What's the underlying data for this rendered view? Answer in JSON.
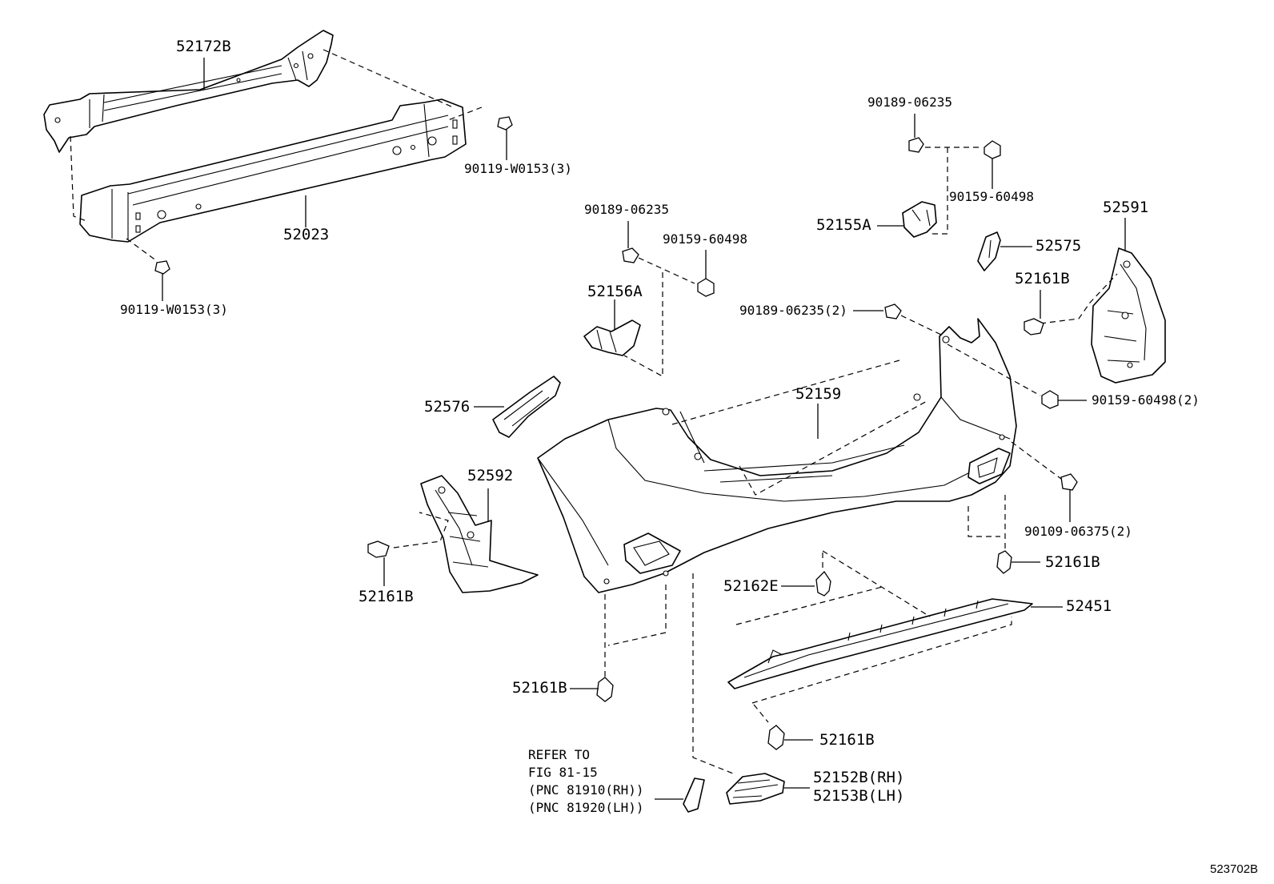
{
  "diagram": {
    "labels": {
      "reinforcement_upper": "52172B",
      "reinforcement_lower": "52023",
      "bolt_upper_right": "90119-W0153(3)",
      "bolt_lower_left": "90119-W0153(3)",
      "clip_top_right": "90189-06235",
      "screw_top_right": "90159-60498",
      "bracket_52155a": "52155A",
      "retainer_52575": "52575",
      "seal_52591": "52591",
      "clip_52161b_right_upper": "52161B",
      "clip_center_top": "90189-06235",
      "screw_center_top": "90159-60498",
      "bracket_52156a": "52156A",
      "clip_center_2": "90189-06235(2)",
      "bumper_cover": "52159",
      "screw_right_2": "90159-60498(2)",
      "retainer_52576": "52576",
      "seal_52592": "52592",
      "bolt_right_2": "90109-06375(2)",
      "clip_52161b_left": "52161B",
      "clip_52161b_right_lower": "52161B",
      "clip_52162e": "52162E",
      "lower_cover_52451": "52451",
      "clip_52161b_bottom_left": "52161B",
      "clip_52161b_bottom_center": "52161B",
      "note_line1": "REFER TO",
      "note_line2": "FIG 81-15",
      "note_line3": "(PNC 81910(RH))",
      "note_line4": "(PNC 81920(LH))",
      "cover_rh": "52152B(RH)",
      "cover_lh": "52153B(LH)",
      "figure_id": "523702B"
    }
  }
}
